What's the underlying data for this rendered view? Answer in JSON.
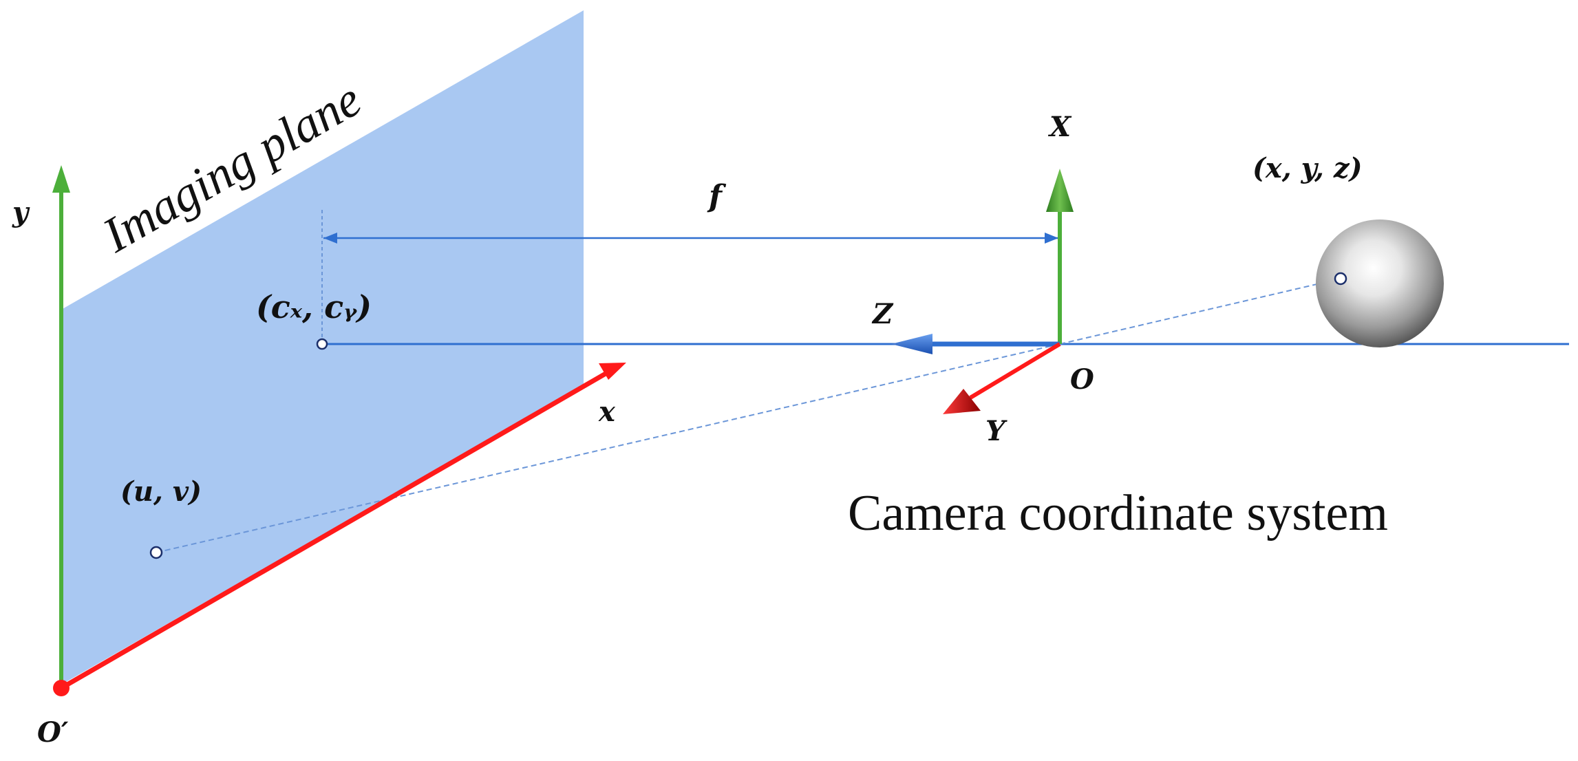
{
  "labels": {
    "imaging_plane": "Imaging plane",
    "camera_system": "Camera coordinate system",
    "focal": "f",
    "principal_point": "(cₓ, cᵧ)",
    "image_point": "(u, v)",
    "world_point": "(x, y, z)",
    "axis_y_image": "y",
    "axis_x_image": "x",
    "origin_image": "O′",
    "axis_X_cam": "X",
    "axis_Y_cam": "Y",
    "axis_Z_cam": "Z",
    "origin_cam": "O"
  },
  "colors": {
    "plane_fill": "#a9c8f2",
    "green_axis": "#4caf3a",
    "red_axis": "#ff1a1a",
    "blue_axis": "#2f6fd0",
    "dashed": "#6b96d8",
    "text": "#111111"
  }
}
